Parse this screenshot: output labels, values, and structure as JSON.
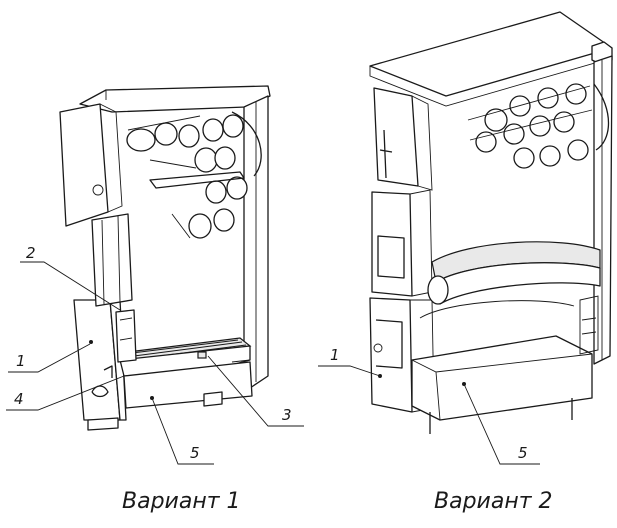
{
  "variants": [
    {
      "caption": "Вариант 1",
      "callouts": [
        "1",
        "2",
        "3",
        "4",
        "5"
      ]
    },
    {
      "caption": "Вариант 2",
      "callouts": [
        "1",
        "5"
      ]
    }
  ]
}
